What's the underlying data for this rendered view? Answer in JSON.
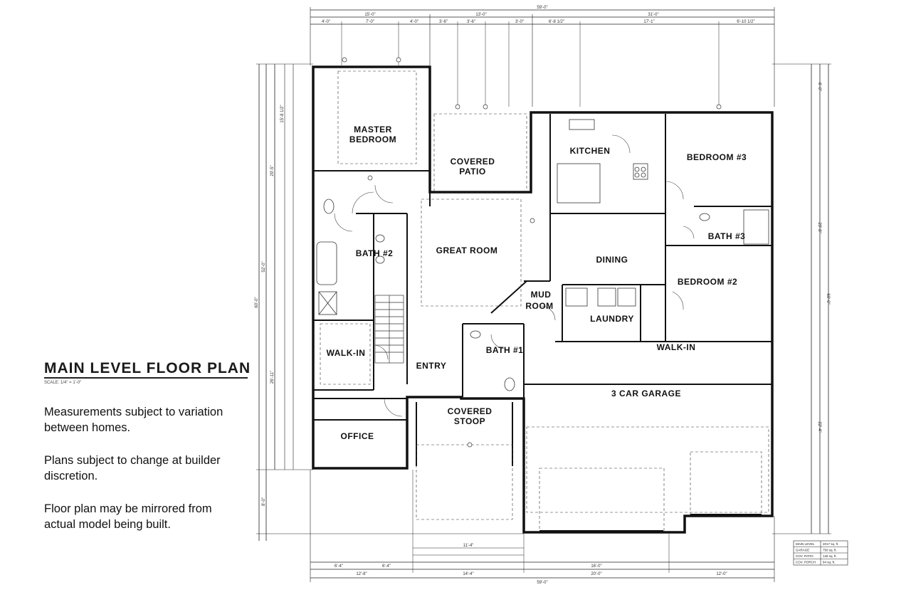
{
  "title": "MAIN LEVEL FLOOR PLAN",
  "scale": "SCALE: 1/4\" = 1'-0\"",
  "notes": [
    "Measurements subject to variation between homes.",
    "Plans subject to change at builder discretion.",
    "Floor plan may be mirrored from actual model being built."
  ],
  "rooms": {
    "master": "MASTER",
    "master2": "BEDROOM",
    "patio": "COVERED",
    "patio2": "PATIO",
    "kitchen": "KITCHEN",
    "bed3": "BEDROOM #3",
    "bath2": "BATH #2",
    "great": "GREAT ROOM",
    "bath3": "BATH #3",
    "dining": "DINING",
    "bed2": "BEDROOM #2",
    "mud": "MUD",
    "mud2": "ROOM",
    "laundry": "LAUNDRY",
    "walkin1": "WALK-IN",
    "walkin2": "WALK-IN",
    "bath1": "BATH #1",
    "entry": "ENTRY",
    "garage": "3 CAR GARAGE",
    "office": "OFFICE",
    "stoop": "COVERED",
    "stoop2": "STOOP"
  },
  "dims": {
    "top_total": "59'-0\"",
    "top_a": "15'-0\"",
    "top_b": "13'-0\"",
    "top_c": "31'-0\"",
    "r1a": "4'-0\"",
    "r1b": "7'-0\"",
    "r1c": "4'-0\"",
    "r1d": "3'-6\"",
    "r1e": "3'-6\"",
    "r1f": "3'-0\"",
    "r1g": "6'-8 1/2\"",
    "r1h": "17'-1\"",
    "r1i": "6'-10 1/2\"",
    "bot_total": "59'-0\"",
    "bot_a": "12'-8\"",
    "bot_b": "14'-4\"",
    "bot_c": "20'-0\"",
    "bot_d": "12'-0\"",
    "bot_e": "6'-4\"",
    "bot_f": "6'-4\"",
    "bot_g": "16'-0\"",
    "bot_h": "11'-4\"",
    "left_total": "60'-0\"",
    "left_a": "52'-0\"",
    "left_b": "8'-0\"",
    "right_total": "60'-0\"",
    "right_a": "29'-8\"",
    "right_b": "22'-4\"",
    "right_c": "6'-0\"",
    "left_c": "29'-5\"",
    "left_d": "15'-8 1/2\"",
    "left_e": "26'-11\""
  },
  "legend": [
    {
      "label": "MAIN LEVEL",
      "value": "2017 sq. ft."
    },
    {
      "label": "GARAGE",
      "value": "750 sq. ft."
    },
    {
      "label": "COV. PATIO",
      "value": "128 sq. ft."
    },
    {
      "label": "COV. PORCH",
      "value": "84 sq. ft."
    }
  ]
}
